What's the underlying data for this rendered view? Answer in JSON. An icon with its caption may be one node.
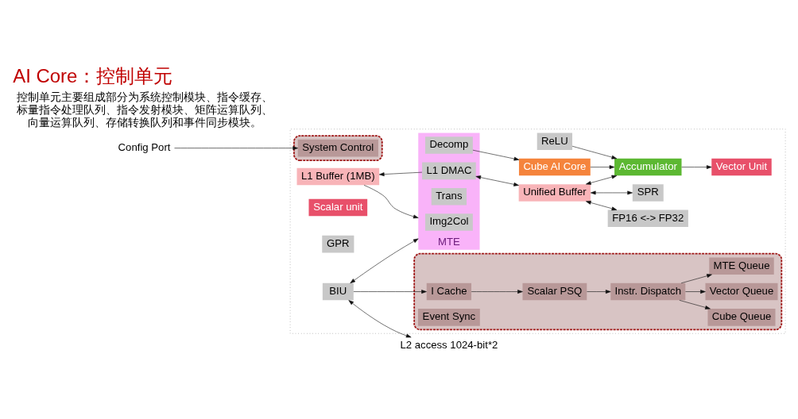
{
  "diagram": {
    "title": "AI Core：控制单元",
    "nodes": [
      {
        "text": [],
        "shape": "box"
      },
      {
        "text": [
          "L1 Buffer (1MB)"
        ],
        "in": 0
      },
      {
        "text": [
          "MTE"
        ],
        "in": 0
      },
      {
        "text": [
          "Img2Col"
        ],
        "in": 2
      },
      {
        "text": [
          "Decomp"
        ],
        "in": 2
      },
      {
        "text": [
          "Trans"
        ],
        "in": 2
      },
      {
        "text": [
          "L1 DMAC"
        ],
        "in": 2
      },
      {
        "text": [
          "Cube AI Core"
        ],
        "in": 0
      },
      {
        "text": [
          "Accumulator"
        ],
        "in": 0
      },
      {
        "text": [
          "Unified Buffer"
        ],
        "in": 0
      },
      {
        "text": [
          "FP16 <-> FP32"
        ],
        "in": 0
      },
      {
        "text": [
          "Vector Unit"
        ],
        "in": 0
      },
      {
        "text": [
          "ReLU"
        ],
        "in": 0
      },
      {
        "text": [
          "SPR"
        ],
        "in": 0
      },
      {
        "text": [
          "Scalar unit"
        ],
        "in": 0
      },
      {
        "text": [
          "GPR"
        ],
        "in": 0
      },
      {
        "text": [
          "Config Port"
        ]
      },
      {
        "text": [],
        "shape": "box",
        "in": 0
      },
      {
        "text": [
          "System Control"
        ],
        "in": 17
      },
      {
        "text": [
          "BIU"
        ],
        "in": 0
      },
      {
        "text": [],
        "shape": "box",
        "in": 0
      },
      {
        "text": [
          "I Cache"
        ],
        "in": 20
      },
      {
        "text": [
          "Scalar PSQ"
        ],
        "in": 20
      },
      {
        "text": [
          "Instr. Dispatch"
        ],
        "in": 20
      },
      {
        "text": [
          "Cube Queue"
        ],
        "in": 20
      },
      {
        "text": [
          "Vector Queue"
        ],
        "in": 20
      },
      {
        "text": [
          "MTE Queue"
        ],
        "in": 20
      },
      {
        "text": [
          "Event Sync"
        ],
        "in": 20
      },
      {
        "text": [
          "L2 access 1024-bit*2"
        ]
      }
    ],
    "edges": [
      {
        "from": 1,
        "to": 2,
        "arrow": "to"
      },
      {
        "from": 4,
        "to": 7,
        "arrow": "to"
      },
      {
        "from": 7,
        "to": 8,
        "arrow": "to"
      },
      {
        "from": 9,
        "to": 8,
        "arrow": "both"
      },
      {
        "from": 6,
        "to": 1,
        "arrow": "to"
      },
      {
        "from": 6,
        "to": 9,
        "arrow": "both"
      },
      {
        "from": 9,
        "to": 10,
        "arrow": "both"
      },
      {
        "from": 9,
        "to": 13,
        "arrow": "both"
      },
      {
        "from": 8,
        "to": 11,
        "arrow": "to"
      },
      {
        "from": 12,
        "to": 8,
        "arrow": "to"
      },
      {
        "from": 16,
        "to": 18,
        "arrow": "to"
      },
      {
        "from": 19,
        "to": 2,
        "arrow": "both"
      },
      {
        "from": 19,
        "to": 28,
        "arrow": "both"
      },
      {
        "from": 19,
        "to": 21,
        "arrow": "to"
      },
      {
        "from": 21,
        "to": 22,
        "arrow": "to"
      },
      {
        "from": 22,
        "to": 23,
        "arrow": "to"
      },
      {
        "from": 23,
        "to": 24,
        "arrow": "to"
      },
      {
        "from": 23,
        "to": 25,
        "arrow": "to"
      },
      {
        "from": 23,
        "to": 26,
        "arrow": "to"
      }
    ],
    "labels": [
      "控制单元主要组成部分为系统控制模块、指令缓存、标量指令处理队列、指令发射模块、矩阵运算队列、向量运算队列、存储转换队列和事件同步模块。"
    ]
  }
}
